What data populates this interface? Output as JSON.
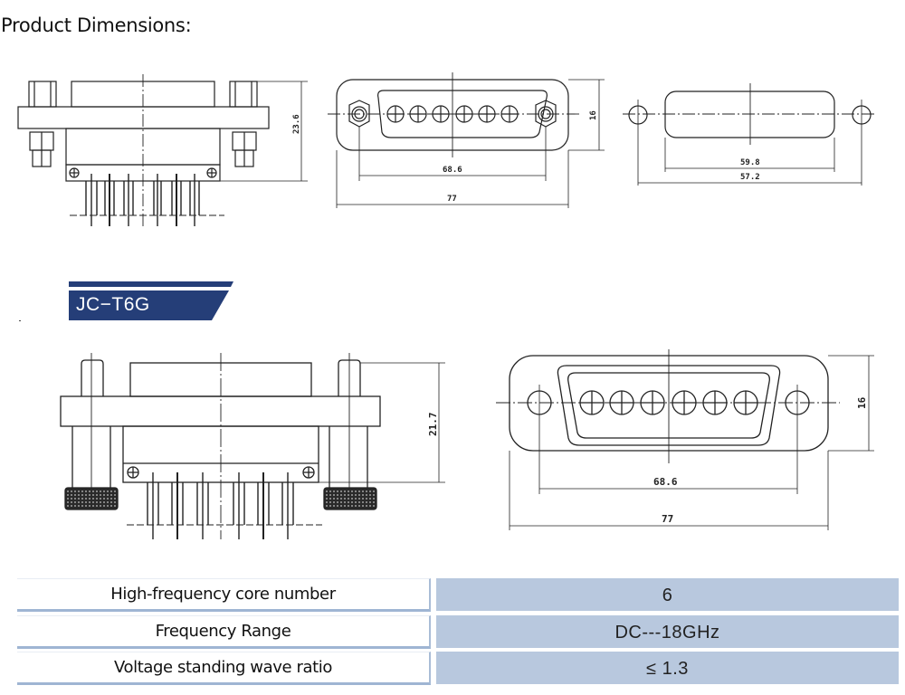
{
  "heading": "Product Dimensions:",
  "drawing_top": {
    "side_view": {
      "height_dim": "23.6"
    },
    "front_view": {
      "pitch_dim": "68.6",
      "overall_width_dim": "77",
      "height_dim": "16",
      "pin_count": 6
    },
    "panel_cutout": {
      "cutout_width_dim": "59.8",
      "hole_spacing_dim": "57.2"
    }
  },
  "model_banner": {
    "label": "JC−T6G",
    "color": "#253e78"
  },
  "drawing_bottom": {
    "side_view": {
      "height_dim": "21.7"
    },
    "front_view": {
      "pitch_dim": "68.6",
      "overall_width_dim": "77",
      "height_dim": "16",
      "pin_count": 6
    }
  },
  "specs": [
    {
      "label": "High-frequency core number",
      "value": "6"
    },
    {
      "label": "Frequency Range",
      "value": "DC---18GHz"
    },
    {
      "label": "Voltage standing wave ratio",
      "value": "≤ 1.3"
    }
  ],
  "colors": {
    "value_cell": "#b8c8de",
    "label_border": "#9fb5d3",
    "line": "#222222"
  }
}
